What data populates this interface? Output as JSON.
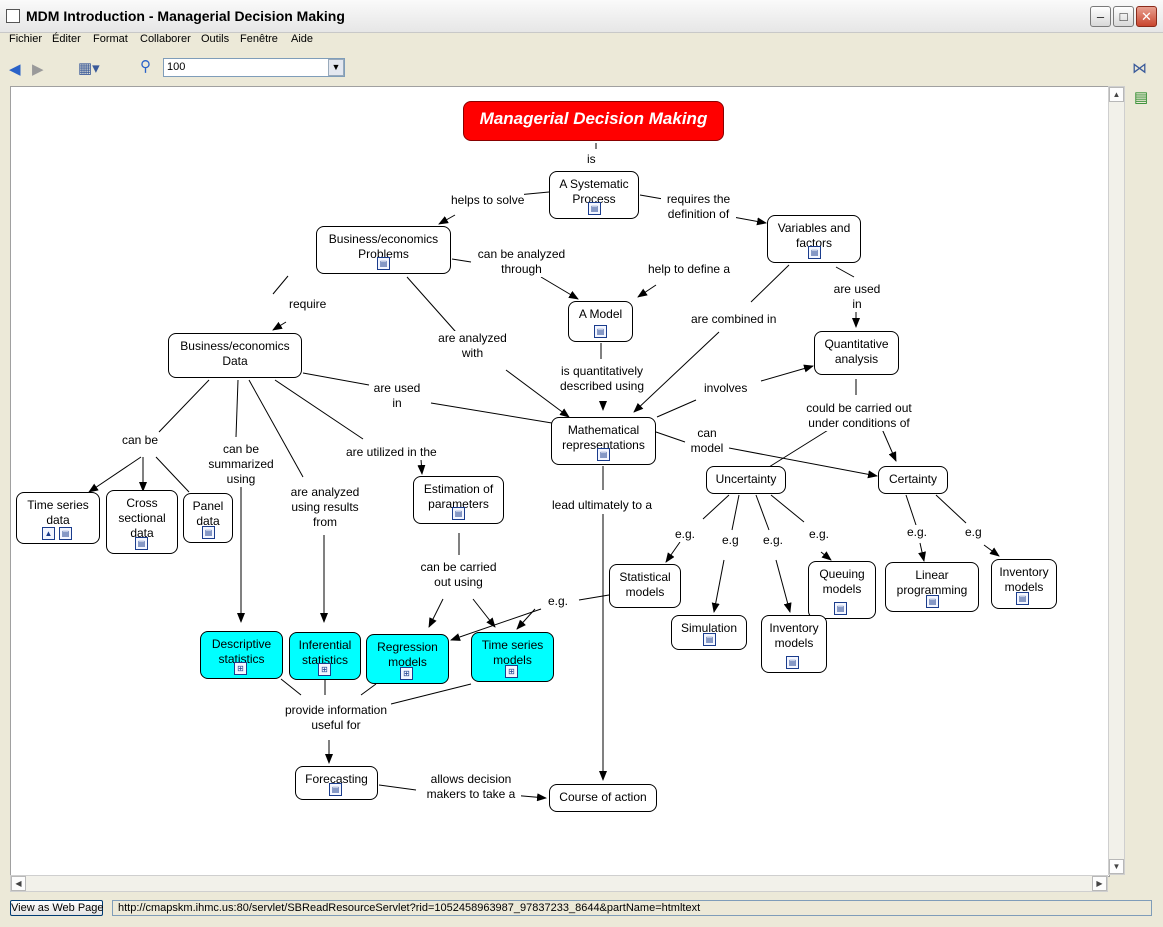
{
  "window": {
    "title": "MDM Introduction - Managerial Decision Making"
  },
  "menu": [
    "Fichier",
    "Éditer",
    "Format",
    "Collaborer",
    "Outils",
    "Fenêtre",
    "Aide"
  ],
  "toolbar": {
    "zoom_value": "100"
  },
  "status": {
    "web_button": "View as Web Page",
    "url": "http://cmapskm.ihmc.us:80/servlet/SBReadResourceServlet?rid=1052458963987_97837233_8644&partName=htmltext"
  },
  "concepts": {
    "mdm": "Managerial Decision Making",
    "systematic": "A Systematic Process",
    "bizprob": "Business/economics Problems",
    "variables": "Variables and factors",
    "model": "A Model",
    "bizdata": "Business/economics Data",
    "quant": "Quantitative analysis",
    "math": "Mathematical representations",
    "uncertainty": "Uncertainty",
    "certainty": "Certainty",
    "timeseries_data": "Time series data",
    "cross": "Cross sectional data",
    "panel": "Panel data",
    "estimation": "Estimation of parameters",
    "stat_models": "Statistical models",
    "queuing": "Queuing models",
    "linear": "Linear programming",
    "inventory_c": "Inventory models",
    "simulation": "Simulation",
    "inventory_u": "Inventory models",
    "descriptive": "Descriptive statistics",
    "inferential": "Inferential statistics",
    "regression": "Regression models",
    "ts_models": "Time series models",
    "forecasting": "Forecasting",
    "action": "Course of action"
  },
  "links": {
    "is": "is",
    "helps_to_solve": "helps to solve",
    "requires_def": "requires the definition of",
    "can_be_analyzed": "can be analyzed through",
    "help_to_define": "help to define a",
    "require": "require",
    "are_analyzed_with": "are analyzed with",
    "are_combined_in": "are combined in",
    "are_used_in_q": "are used in",
    "is_quant_desc": "is quantitatively described using",
    "are_used_in_m": "are used in",
    "involves": "involves",
    "can_be": "can be",
    "can_be_summarized": "can be summarized using",
    "are_analyzed_results": "are analyzed using results from",
    "are_utilized": "are utilized in the",
    "can_model": "can model",
    "could_be": "could be carried out under conditions of",
    "lead_ultimately": "lead ultimately to a",
    "can_be_carried": "can be carried out using",
    "eg_stat": "e.g.",
    "eg_u1": "e.g.",
    "eg_u2": "e.g",
    "eg_u3": "e.g.",
    "eg_u4": "e.g.",
    "eg_c1": "e.g.",
    "eg_c2": "e.g",
    "provide_info": "provide information useful for",
    "allows": "allows decision makers to take a"
  },
  "colors": {
    "main_node": "#ff0000",
    "highlight_node": "#00ffff"
  }
}
